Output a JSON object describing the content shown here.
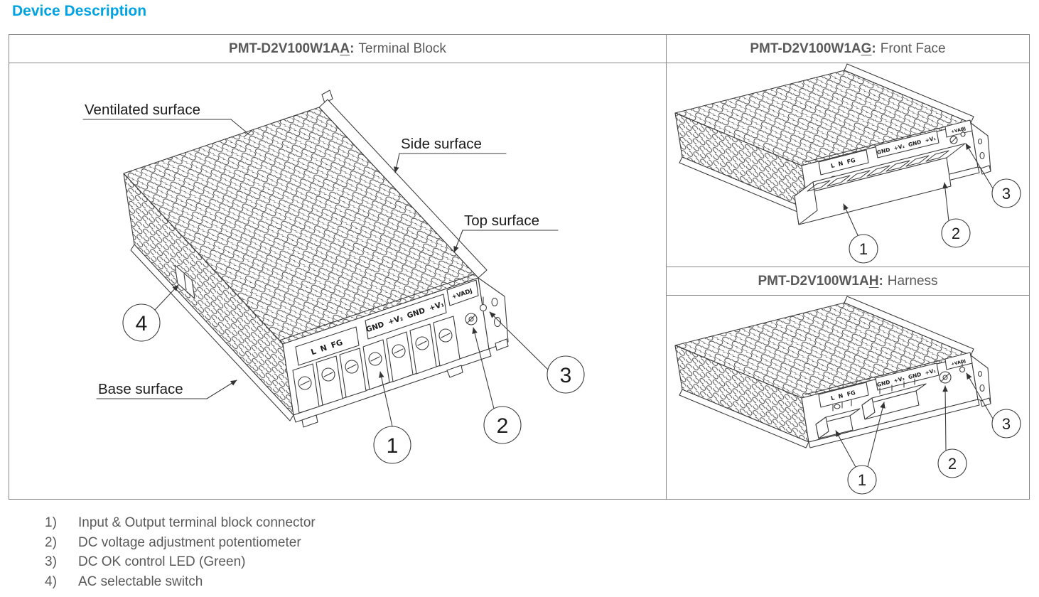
{
  "title": "Device Description",
  "colors": {
    "accent": "#00A3E2",
    "text_gray": "#595959",
    "line": "#3c3c3c",
    "border": "#878787"
  },
  "panels": {
    "terminal_block": {
      "model": "PMT-D2V100W1A",
      "underlined": "A",
      "colon": ":",
      "label": "Terminal Block"
    },
    "front_face": {
      "model": "PMT-D2V100W1A",
      "underlined": "G",
      "colon": ":",
      "label": "Front Face"
    },
    "harness": {
      "model": "PMT-D2V100W1A",
      "underlined": "H",
      "colon": ":",
      "label": "Harness"
    }
  },
  "surfaces": {
    "ventilated": "Ventilated surface",
    "side": "Side surface",
    "top": "Top surface",
    "base": "Base surface"
  },
  "terminal_plate_labels": {
    "input": "L N FG",
    "output": "GND +V₂ GND +V₁",
    "adjust": "+VADJ"
  },
  "callouts": {
    "c1": "1",
    "c2": "2",
    "c3": "3",
    "c4": "4"
  },
  "legend": [
    {
      "num": "1)",
      "text": "Input & Output terminal block connector"
    },
    {
      "num": "2)",
      "text": "DC voltage adjustment potentiometer"
    },
    {
      "num": "3)",
      "text": "DC OK control LED (Green)"
    },
    {
      "num": "4)",
      "text": "AC selectable switch"
    }
  ]
}
